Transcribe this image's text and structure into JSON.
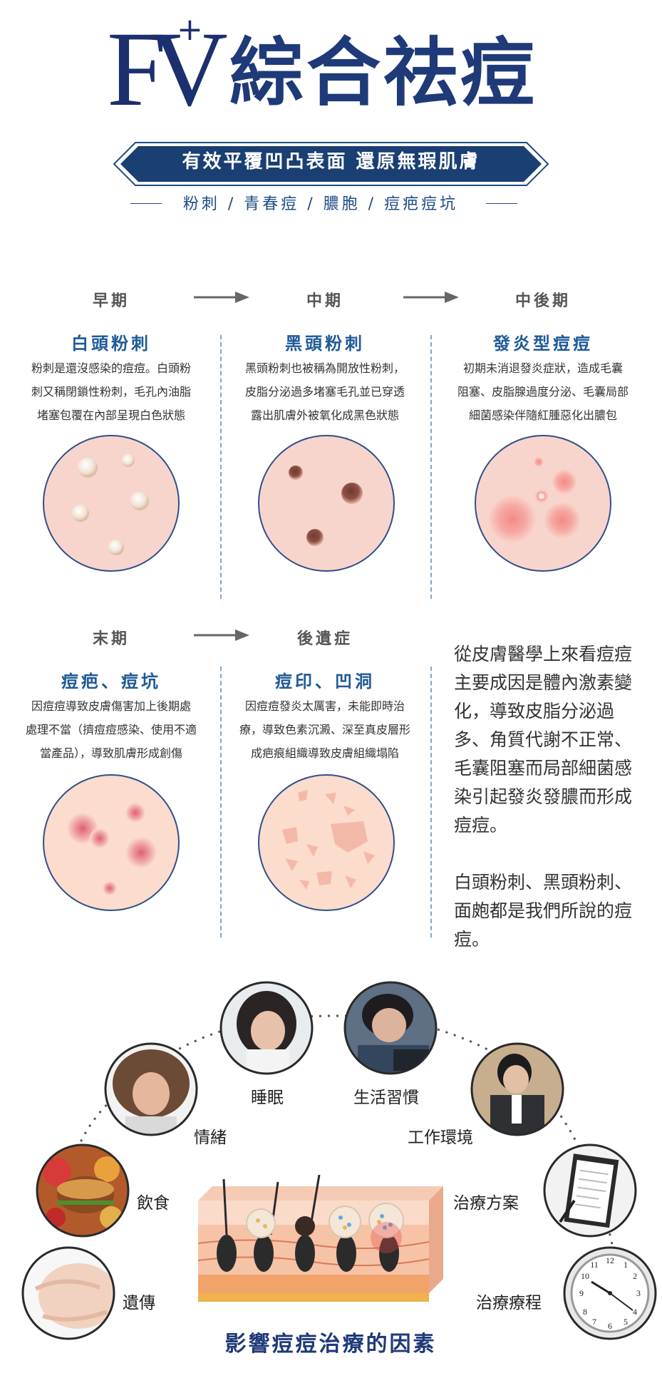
{
  "header": {
    "logo_letters": "FV",
    "logo_plus": "+",
    "title": "綜合祛痘",
    "banner": "有效平覆凹凸表面 還原無瑕肌膚",
    "subtitle": "粉刺 / 青春痘 / 膿胞 / 痘疤痘坑"
  },
  "stages": [
    {
      "stage": "早期",
      "name": "白頭粉刺",
      "desc": [
        "粉刺是還沒感染的痘痘。白頭粉",
        "刺又稱閉鎖性粉刺，毛孔內油脂",
        "堵塞包覆在內部呈現白色狀態"
      ]
    },
    {
      "stage": "中期",
      "name": "黑頭粉刺",
      "desc": [
        "黑頭粉刺也被稱為開放性粉刺，",
        "皮脂分泌過多堵塞毛孔並已穿透",
        "露出肌膚外被氧化成黑色狀態"
      ]
    },
    {
      "stage": "中後期",
      "name": "發炎型痘痘",
      "desc": [
        "初期未消退發炎症狀，造成毛囊",
        "阻塞、皮脂腺過度分泌、毛囊局部",
        "細菌感染伴隨紅腫惡化出膿包"
      ]
    },
    {
      "stage": "末期",
      "name": "痘疤、痘坑",
      "desc": [
        "因痘痘導致皮膚傷害加上後期處",
        "處理不當（擠痘痘感染、使用不適",
        "當產品），導致肌膚形成創傷"
      ]
    },
    {
      "stage": "後遺症",
      "name": "痘印、凹洞",
      "desc": [
        "因痘痘發炎太厲害，未能即時治",
        "療，導致色素沉澱、深至真皮層形",
        "成疤痕組織導致皮膚組織塌陷"
      ]
    }
  ],
  "side_text": {
    "p1": "從皮膚醫學上來看痘痘主要成因是體內激素變化，導致皮脂分泌過多、角質代謝不正常、毛囊阻塞而局部細菌感染引起發炎發膿而形成痘痘。",
    "p2": "白頭粉刺、黑頭粉刺、面皰都是我們所說的痘痘。"
  },
  "factors": {
    "sleep": "睡眠",
    "habits": "生活習慣",
    "emotion": "情緒",
    "work": "工作環境",
    "diet": "飲食",
    "plan": "治療方案",
    "genetics": "遺傳",
    "course": "治療療程"
  },
  "bottom_title": "影響痘痘治療的因素",
  "colors": {
    "navy": "#1e3a78",
    "blue_text": "#1e5a96",
    "skin": "#f7d9cc",
    "ring": "#2f4f8a"
  }
}
